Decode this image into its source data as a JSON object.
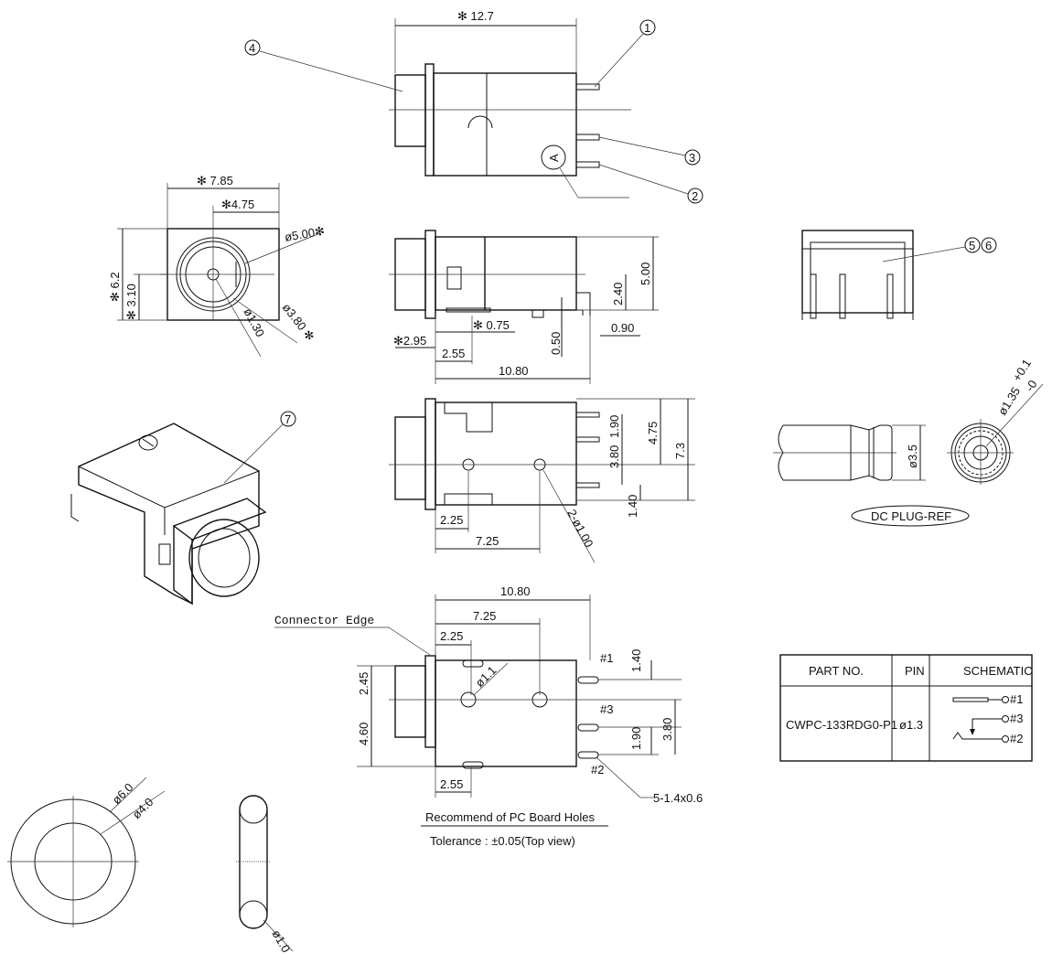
{
  "callouts": {
    "c1": "1",
    "c2": "2",
    "c3": "3",
    "c4": "4",
    "c5": "5",
    "c6": "6",
    "c7": "7",
    "cA": "A"
  },
  "top_view": {
    "width": "✻ 12.7"
  },
  "front_view": {
    "w": "✻ 7.85",
    "w2": "✻4.75",
    "d5": "ø5.00✻",
    "h": "✻ 6.2",
    "h2": "✻ 3.10",
    "d130": "ø1.30",
    "d380": "ø3.80 ✻"
  },
  "side_view": {
    "h500": "5.00",
    "h240": "2.40",
    "d075": "✻ 0.75",
    "d090": "0.90",
    "d050": "0.50",
    "d295": "✻2.95",
    "d255": "2.55",
    "d1080": "10.80"
  },
  "bottom_view": {
    "d190": "1.90",
    "d380": "3.80",
    "d475": "4.75",
    "d73": "7.3",
    "d140": "1.40",
    "d225": "2.25",
    "d725": "7.25",
    "holes": "2-ø1.00"
  },
  "dc_plug": {
    "d35": "ø3.5",
    "d135": "ø1.35",
    "tol_plus": "+0.1",
    "tol_minus": "-0",
    "label": "DC PLUG-REF"
  },
  "pcb": {
    "d1080": "10.80",
    "d725": "7.25",
    "d225": "2.25",
    "edge": "Connector Edge",
    "d11": "ø1.1",
    "d245": "2.45",
    "d460": "4.60",
    "d255": "2.55",
    "d140": "1.40",
    "d380": "3.80",
    "d190": "1.90",
    "p1": "#1",
    "p3": "#3",
    "p2": "#2",
    "slots": "5-1.4x0.6",
    "title": "Recommend of PC Board Holes",
    "tolerance": "Tolerance : ±0.05(Top view)"
  },
  "table": {
    "headers": [
      "PART NO.",
      "PIN",
      "SCHEMATIC"
    ],
    "part_no": "CWPC-133RDG0-P1",
    "pin": "ø1.3",
    "s1": "#1",
    "s3": "#3",
    "s2": "#2"
  },
  "gasket": {
    "d60": "ø6.0",
    "d40": "ø4.0",
    "d10": "ø1.0"
  }
}
